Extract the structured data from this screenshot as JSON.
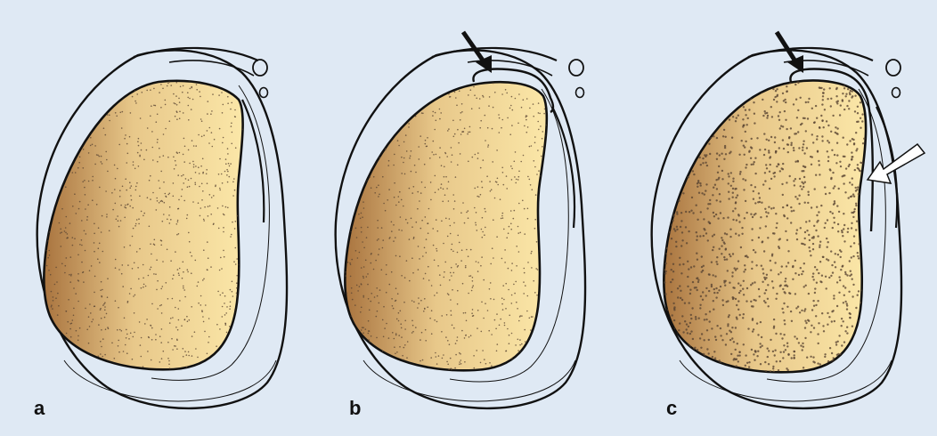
{
  "figure": {
    "background": "#dfe9f4",
    "panels": [
      {
        "label": "a",
        "arrows": []
      },
      {
        "label": "b",
        "arrows": [
          "black-arrow"
        ]
      },
      {
        "label": "c",
        "arrows": [
          "black-arrow",
          "white-arrow"
        ]
      }
    ]
  },
  "colors": {
    "outline": "#111111",
    "mass_light": "#fbe7a8",
    "mass_mid": "#e8c88a",
    "mass_dark": "#a9743f",
    "speckle": "#5b4633"
  }
}
